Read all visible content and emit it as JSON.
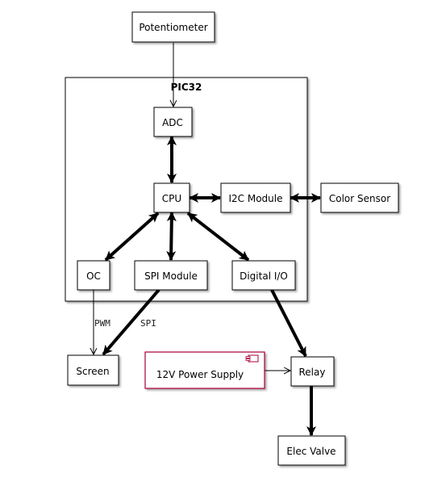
{
  "diagram": {
    "container_label": "PIC32",
    "nodes": {
      "potentiometer": "Potentiometer",
      "adc": "ADC",
      "cpu": "CPU",
      "i2c": "I2C Module",
      "color_sensor": "Color Sensor",
      "oc": "OC",
      "spi": "SPI Module",
      "dio": "Digital I/O",
      "screen": "Screen",
      "power": "12V Power Supply",
      "relay": "Relay",
      "valve": "Elec Valve"
    },
    "edge_labels": {
      "pwm": "PWM",
      "spi": "SPI"
    },
    "colors": {
      "node_border": "#000000",
      "power_border": "#a80036",
      "edge": "#000000"
    }
  }
}
